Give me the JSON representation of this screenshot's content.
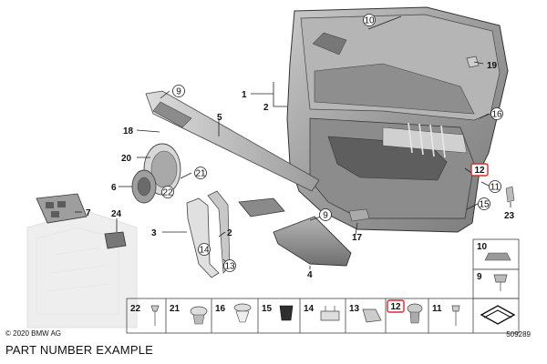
{
  "callouts": {
    "c10": "10",
    "c19": "19",
    "c1": "1",
    "c2a": "2",
    "c9a": "9",
    "c5": "5",
    "c16": "16",
    "c18": "18",
    "c20": "20",
    "c21": "21",
    "c6": "6",
    "c22": "22",
    "c12": "12",
    "c11": "11",
    "c23": "23",
    "c15": "15",
    "c7": "7",
    "c24": "24",
    "c3": "3",
    "c2b": "2",
    "c9b": "9",
    "c14": "14",
    "c13": "13",
    "c17": "17",
    "c4": "4"
  },
  "parts_table": {
    "side": [
      "10",
      "9"
    ],
    "bottom": [
      "22",
      "21",
      "16",
      "15",
      "14",
      "13",
      "12",
      "11"
    ]
  },
  "highlight_color": "#d92b2b",
  "copyright": "© 2020 BMW AG",
  "caption": "PART NUMBER EXAMPLE",
  "drawing_number": "509289"
}
